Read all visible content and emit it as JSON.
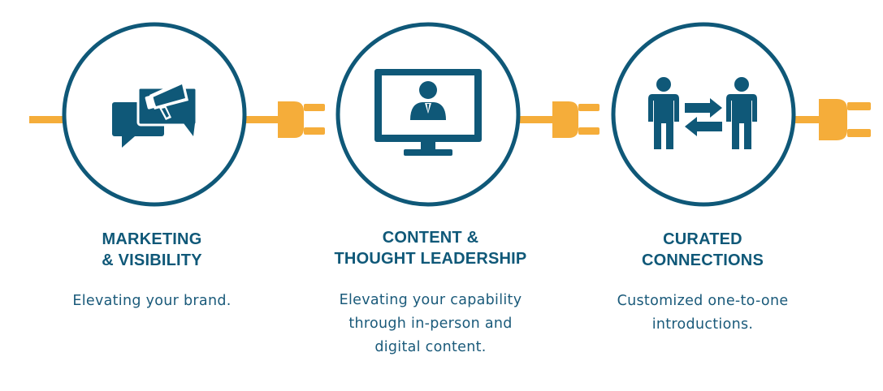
{
  "colors": {
    "primary": "#0f5878",
    "accent": "#f5ad3a",
    "text": "#1a5a7a",
    "background": "#ffffff"
  },
  "steps": [
    {
      "icon": "megaphone-speech-bubbles-icon",
      "title_lines": [
        "MARKETING",
        "& VISIBILITY"
      ],
      "description_lines": [
        "Elevating your brand."
      ]
    },
    {
      "icon": "computer-monitor-person-icon",
      "title_lines": [
        "CONTENT &",
        "THOUGHT LEADERSHIP"
      ],
      "description_lines": [
        "Elevating your capability",
        "through in-person and",
        "digital content."
      ]
    },
    {
      "icon": "two-people-exchange-arrows-icon",
      "title_lines": [
        "CURATED",
        "CONNECTIONS"
      ],
      "description_lines": [
        "Customized one-to-one",
        "introductions."
      ]
    }
  ],
  "connector_icon": "power-plug-icon"
}
